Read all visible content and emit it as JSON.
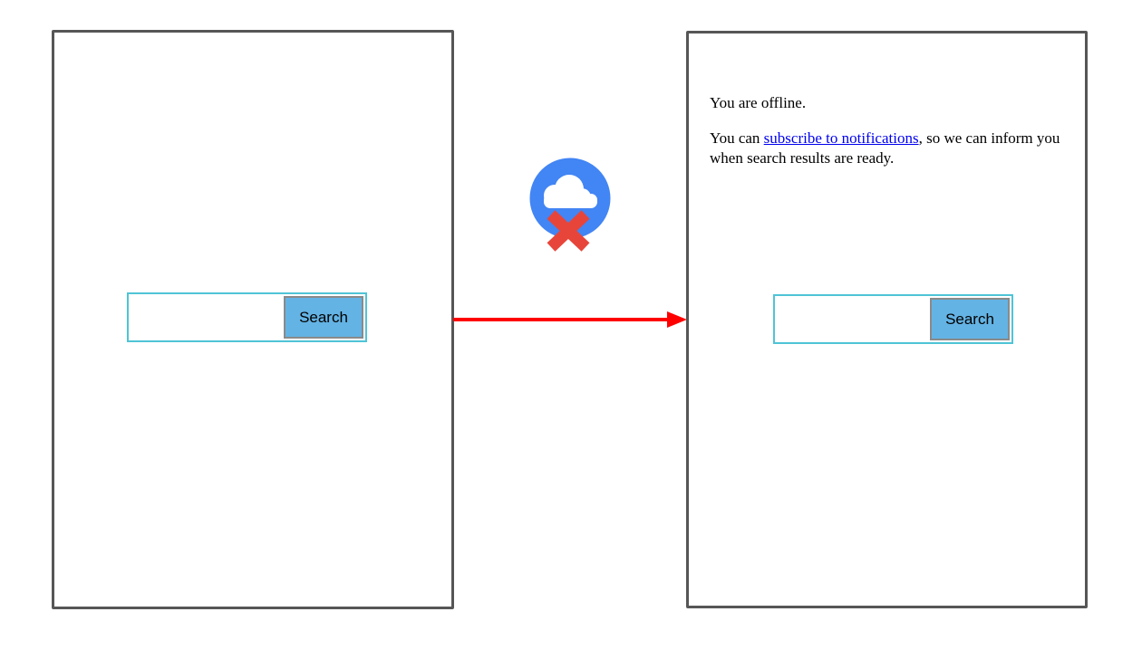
{
  "left_panel": {
    "search": {
      "input_value": "",
      "button_label": "Search"
    }
  },
  "right_panel": {
    "message": {
      "line1": "You are offline.",
      "line2_before_link": "You can ",
      "link_text": "subscribe to notifications",
      "line2_after_link": ", so we can inform you when search results are ready."
    },
    "search": {
      "input_value": "",
      "button_label": "Search"
    }
  },
  "icons": {
    "offline_badge": "cloud-offline-with-x-icon",
    "flow_arrow": "red-right-arrow-icon"
  },
  "colors": {
    "panel_border": "#565656",
    "arrow_red": "#FF0000",
    "circle_blue": "#4285F4",
    "x_red": "#E8453A",
    "cloud_white": "#FFFFFF",
    "search_border_teal": "#4FC4D6",
    "button_blue": "#63B3E4",
    "button_border_gray": "#8A8A8A",
    "link_blue": "#0000EE",
    "text_black": "#000000"
  }
}
